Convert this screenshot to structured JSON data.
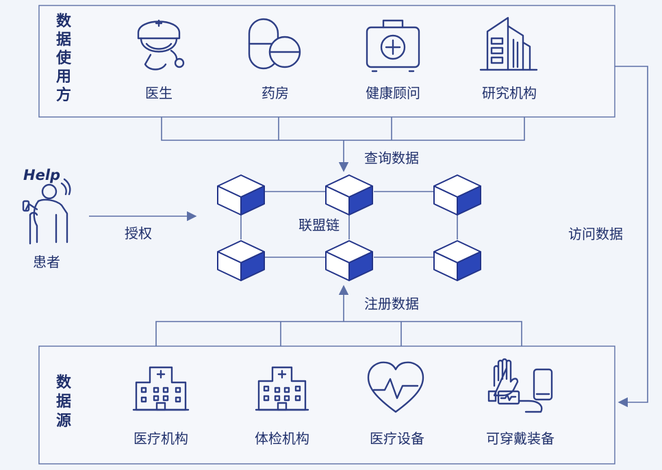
{
  "consumers": {
    "title": "数据使用方",
    "items": [
      {
        "label": "医生",
        "icon": "doctor-icon"
      },
      {
        "label": "药房",
        "icon": "pill-icon"
      },
      {
        "label": "健康顾问",
        "icon": "medical-kit-icon"
      },
      {
        "label": "研究机构",
        "icon": "building-icon"
      }
    ]
  },
  "sources": {
    "title": "数据源",
    "items": [
      {
        "label": "医疗机构",
        "icon": "hospital-icon"
      },
      {
        "label": "体检机构",
        "icon": "clinic-icon"
      },
      {
        "label": "医疗设备",
        "icon": "heart-pulse-icon"
      },
      {
        "label": "可穿戴装备",
        "icon": "wearable-device-icon"
      }
    ]
  },
  "patient": {
    "label": "患者",
    "help_text": "Help",
    "icon": "elderly-patient-icon"
  },
  "chain": {
    "label": "联盟链",
    "block_icon": "block-cube-icon"
  },
  "flows": {
    "query": "查询数据",
    "register": "注册数据",
    "authorize": "授权",
    "access": "访问数据"
  },
  "colors": {
    "primary": "#2e3f86",
    "accent": "#2b46b8",
    "line": "#5c6fa6",
    "panel_bg": "#f5f7fb",
    "page_bg": "#f2f5fa"
  }
}
